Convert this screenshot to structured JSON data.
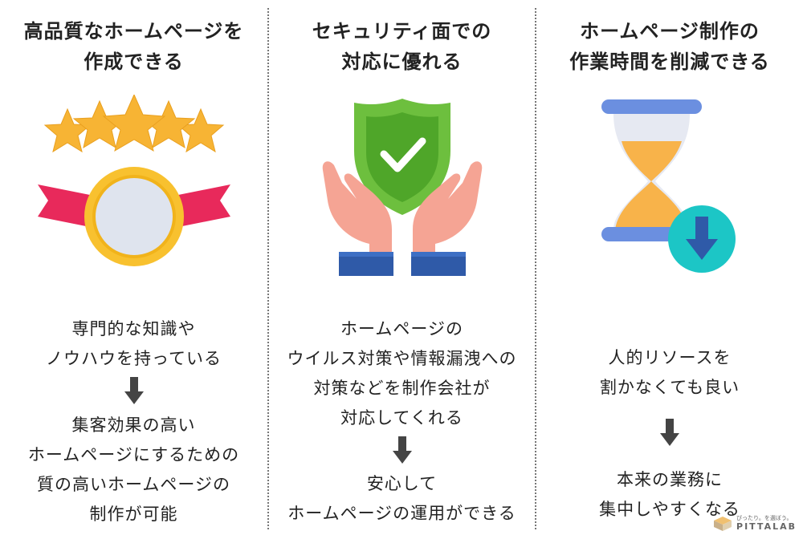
{
  "colors": {
    "text": "#222222",
    "arrow": "#444444",
    "star": "#f7b434",
    "medal_ribbon": "#e8295b",
    "shield_outer": "#6dbf3e",
    "shield_inner": "#4fa629",
    "hand": "#f5a494",
    "cuff": "#2f5aa8",
    "hourglass_frame": "#6b8fe0",
    "sand": "#f8b34a",
    "badge": "#1cc6c6"
  },
  "columns": [
    {
      "title": [
        "高品質なホームページを",
        "作成できる"
      ],
      "icon": "medal-stars-icon",
      "before": [
        "専門的な知識や",
        "ノウハウを持っている"
      ],
      "after": [
        "集客効果の高い",
        "ホームページにするための",
        "質の高いホームページの",
        "制作が可能"
      ]
    },
    {
      "title": [
        "セキュリティ面での",
        "対応に優れる"
      ],
      "icon": "shield-hands-icon",
      "before": [
        "ホームページの",
        "ウイルス対策や情報漏洩への",
        "対策などを制作会社が",
        "対応してくれる"
      ],
      "after": [
        "安心して",
        "ホームページの運用ができる"
      ]
    },
    {
      "title": [
        "ホームページ制作の",
        "作業時間を削減できる"
      ],
      "icon": "hourglass-download-icon",
      "before": [
        "人的リソースを",
        "割かなくても良い"
      ],
      "after": [
        "本来の業務に",
        "集中しやすくなる"
      ]
    }
  ],
  "watermark": {
    "tagline": "ぴったり。を選ぼう。",
    "brand": "PITTALAB"
  }
}
